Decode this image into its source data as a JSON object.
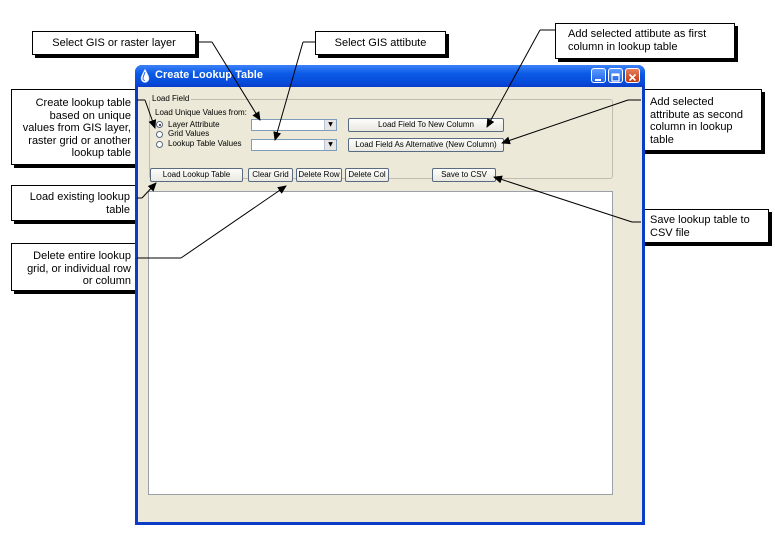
{
  "window": {
    "title": "Create Lookup Table"
  },
  "load_field": {
    "group_label": "Load Field",
    "prompt": "Load Unique Values from:",
    "options": [
      "Layer Attribute",
      "Grid Values",
      "Lookup Table Values"
    ],
    "selected_option": "Layer Attribute",
    "load_new_column_label": "Load Field To New Column",
    "load_alternative_label": "Load Field As Alternative (New Column)"
  },
  "toolbar": {
    "load_lookup_label": "Load Lookup Table",
    "clear_grid_label": "Clear Grid",
    "delete_row_label": "Delete Row",
    "delete_col_label": "Delete Col",
    "save_csv_label": "Save to CSV"
  },
  "annotations": {
    "select_layer": "Select GIS or raster layer",
    "select_attribute": "Select GIS attibute",
    "add_first": "Add selected attibute as first column in lookup table",
    "add_second": "Add selected attribute as second column in lookup table",
    "create_lookup": "Create lookup table based on unique values from GIS layer, raster grid or another lookup table",
    "load_existing": "Load existing lookup table",
    "delete_grid": "Delete entire lookup grid, or individual row or column",
    "save_csv": "Save lookup table to CSV file"
  }
}
